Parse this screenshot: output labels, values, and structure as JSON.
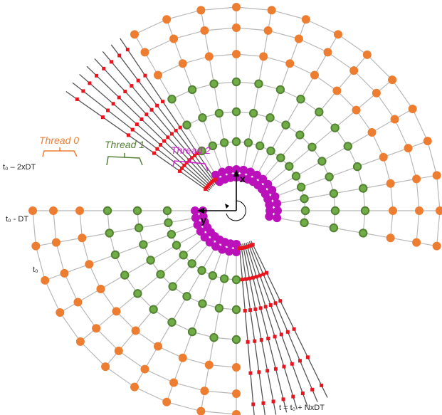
{
  "labels": {
    "t0_minus_2dt": "t₀ – 2xDT",
    "t0_minus_dt": "t₀ - DT",
    "t0": "t₀",
    "t_end": "t = t₀ + NxDT"
  },
  "threads": [
    {
      "label": "Thread 0",
      "color": "#ed7d31"
    },
    {
      "label": "Thread 1",
      "color": "#548235"
    },
    {
      "label": "Thread 2",
      "color": "#cc22cc"
    }
  ],
  "axes": {
    "x_label": "x",
    "y_label": "y"
  },
  "colors": {
    "orange": "#ed7d31",
    "green": "#548235",
    "green_fill": "#70ad47",
    "magenta": "#bb11bb",
    "blue": "#1a22cc",
    "red": "#e8141e",
    "grid": "#b8b8b8",
    "dark_line": "#555555"
  }
}
